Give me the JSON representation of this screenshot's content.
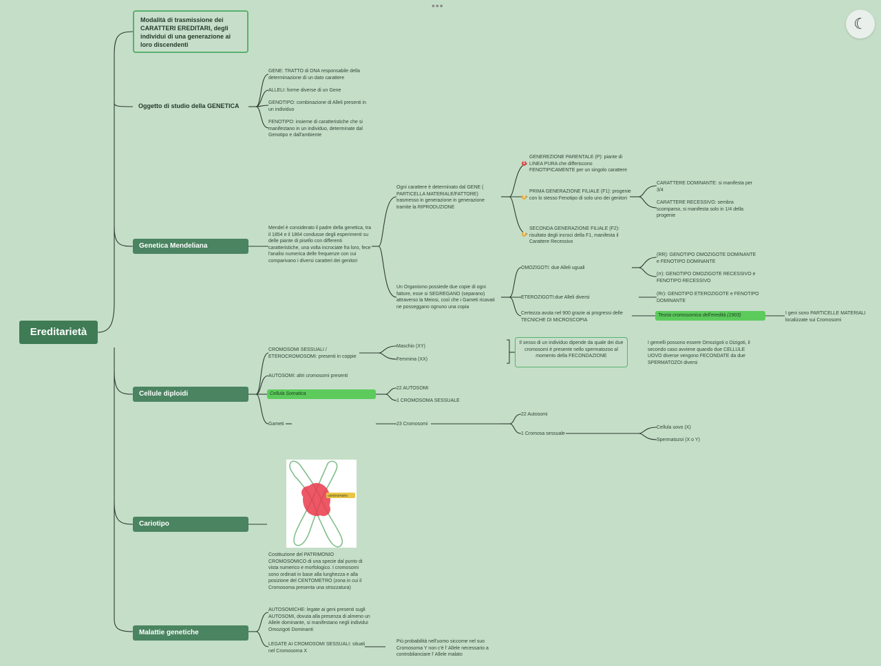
{
  "toolbar": {
    "more_label": "•••",
    "theme_toggle_glyph": "☾"
  },
  "root": {
    "label": "Ereditarietà"
  },
  "branches": {
    "intro": "Modalità di trasmissione dei CARATTERI EREDITARI, degli individui di una generazione ai loro discendenti",
    "oggetto": "Oggetto di studio della GENETICA",
    "mendel": "Genetica Mendeliana",
    "diploidi": "Cellule diploidi",
    "cariotipo": "Cariotipo",
    "malattie": "Malattie genetiche"
  },
  "oggetto": {
    "gene": "GENE: TRATTO di DNA responsabile della determinazione di un dato carattere",
    "alleli": "ALLELI: forme diverse di un Gene",
    "genotipo": "GENOTIPO: combinazione di Alleli presenti in un individuo",
    "fenotipo": "FENOTIPO: insieme di caratteristiche che si manifestano in un individuo, determinate dal Genotipo e dall'ambiente"
  },
  "mendel": {
    "intro": "Mendel è considerato il padre della genetica, tra il 1854 e il 1864 condusse degli esperimenti su delle piante di pisello con differenti caratteristiche, una volta incrociate fra loro, fece l'analisi numerica delle frequenze con cui comparivano i diversi caratteri dei genitori",
    "law1": "Ogni carattere è determinato dal GENE ( PARTICELLA MATERIALE/FATTORE) trasmesso in generazione in generazione tramite la RIPRODUZIONE",
    "gen_p": "GENEREZIONE PARENTALE (P): piante di LINEA PURA che differiscono FENOTIPICAMENTE per un singolo carattere",
    "gen_f1": "PRIMA GENERAZIONE FILIALE (F1): progenie con lo stesso Fenotipo di solo uno dei genitori",
    "gen_f2": "SECONDA GENERAZIONE FILIALE (F2): risultato degli incroci della F1, manifesta il Carattere Recessivo",
    "dominante": "CARATTERE DOMINANTE: si manifesta per 3/4",
    "recessivo": "CARATTERE RECESSIVO: sembra scomparso, si manifesta solo in 1/4 della progenie",
    "law2": "Un Organismo possiede due copie di ogni fattore, esse si SEGREGANO (separano) attraverso la Meiosi, così che i Gameti ricavati ne posseggano ognuno una copia",
    "omozigoti": "OMOZIGOTI: due Alleli uguali",
    "rr_dom": "(RR): GENOTIPO OMOZIGOTE DOMINANTE e FENOTIPO DOMINANTE",
    "rr_rec": "(rr): GENOTIPO OMOZIGOTE RECESSIVO e FENOTIPO RECESSIVO",
    "eterozigoti": "ETEROZIGOTI:due Alleli diversi",
    "rr_het": "(Rr): GENOTIPO ETEROZIGOTE e FENOTIPO DOMINANTE",
    "certezza": "Certezza avuta nel 900 grazie ai progressi delle TECNICHE DI MICROSCOPIA",
    "teoria": "Teoria cromosomica dell'eredità (1903)",
    "particelle": "I geni sono PARTICELLE MATERIALI localizzate sui Cromosomi"
  },
  "diploidi": {
    "sessuali": "CROMOSOMI SESSUALI / ETEROCROMOSOMI: presenti in coppie",
    "maschio": "Maschio (XY)",
    "femmina": "Femmina (XX)",
    "sesso": "Il sesso di un individuo dipende da quale dei due cromosomi è presente nello spermatozoo al momento della FECONDAZIONE",
    "gemelli": "I gemelli possono essere Omozigoti o Dizigoti, il secondo caso avviene quando due CELLULE UOVO diverse vengono FECONDATE da due SPERMATOZOI diversi",
    "autosomi": "AUTOSOMI: altri cromosomi presenti",
    "somatica": "Cellula Somatica",
    "autosomi22": "22 AUTOSOMI",
    "cromosoma_sess": "1 CROMOSOMA SESSUALE",
    "gameti": "Gameti",
    "cromosomi23": "23 Cromosomi",
    "autosomi22b": "22 Autosomi",
    "cromosa_sess": "1 Cromosa sessuale",
    "uovo": "Cellula uovo (X)",
    "spermatozoi": "Spermatozoi (X o Y)"
  },
  "cariotipo": {
    "desc": "Costituzione del PATRIMONIO CROMOSOMICO di una specie dal punto di vista numerico e morfologico. I cromosomi sono ordinati in base alla lunghezza e alla posizione del CENTOMETRO (zona in cui il Cromosoma presenta una strozzatura)",
    "label": "centromero"
  },
  "malattie": {
    "autosomiche": "AUTOSOMICHE: legate ai geni presenti sugli AUTOSOMI, dovuta alla presenza di almeno un Allele dominante, si manifestano negli individui Omozigoti Dominanti",
    "legate": "LEGATE AI CROMOSOMI SESSUALI: situati nel Cromosoma X",
    "probabilita": "Più probabilità nell'uomo siccome nel suo Cromosoma Y non c'è l' Allele necessario a controbilanciare l' Allele malato"
  },
  "colors": {
    "background": "#c5dec8",
    "bar": "#4a8460",
    "root": "#3f7b55",
    "highlight": "#5ccb5c",
    "line": "#2c3a30"
  }
}
